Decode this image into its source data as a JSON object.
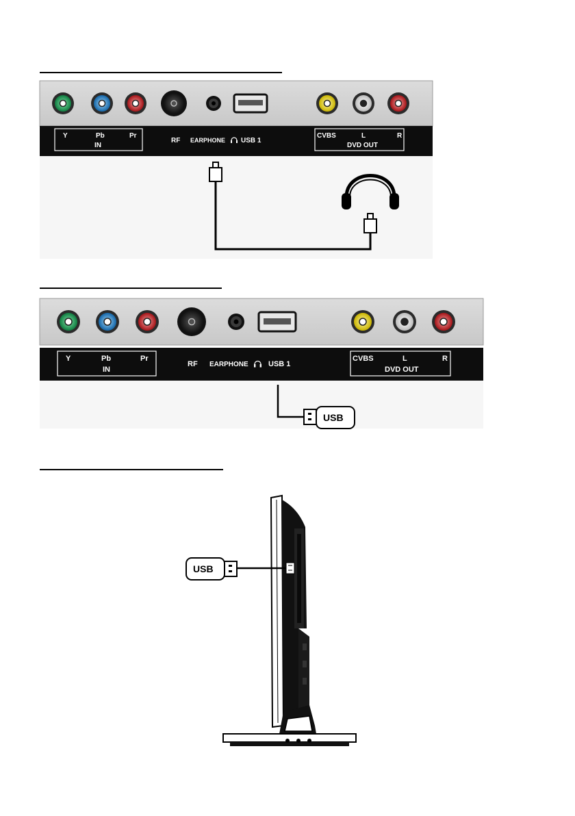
{
  "panel": {
    "in_labels": {
      "y": "Y",
      "pb": "Pb",
      "pr": "Pr",
      "in": "IN"
    },
    "rf": "RF",
    "earphone": "EARPHONE",
    "usb1": "USB 1",
    "out_labels": {
      "cvbs": "CVBS",
      "l": "L",
      "r": "R",
      "dvd_out": "DVD OUT"
    }
  },
  "usb_stick_label": "USB",
  "colors": {
    "green_jack": "#1aa05a",
    "blue_jack": "#1e8fd8",
    "red_jack": "#d8242a",
    "yellow_jack": "#f3e21a",
    "white_jack": "#f2f2f2",
    "panel_grey": "#d4d4d4",
    "label_bar": "#0d0d0d"
  }
}
